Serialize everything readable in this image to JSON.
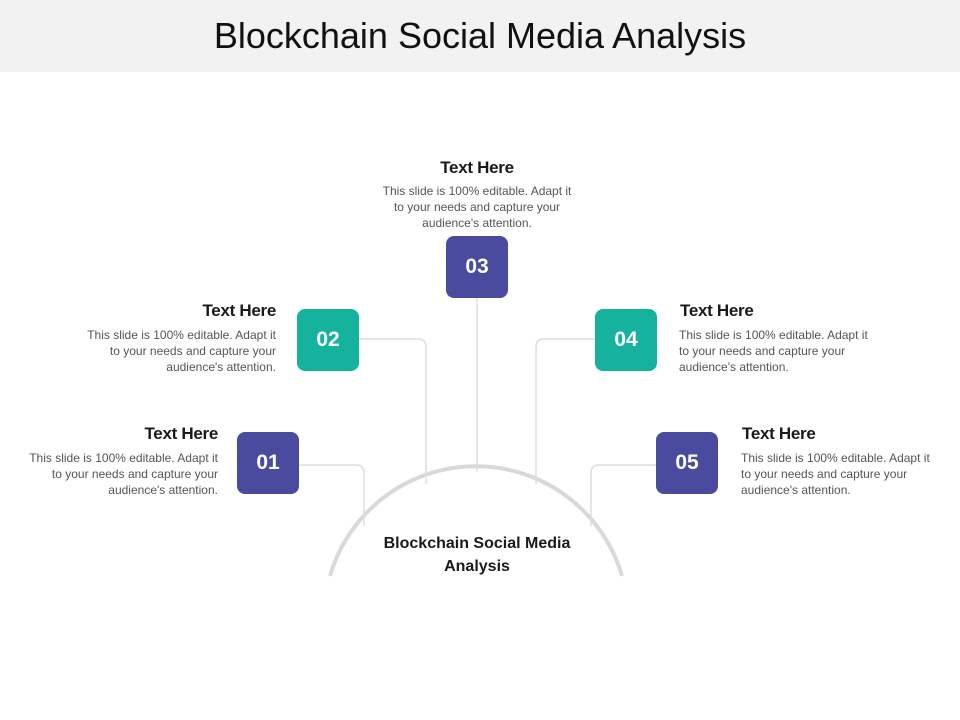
{
  "title": "Blockchain Social Media Analysis",
  "center_label": "Blockchain Social Media Analysis",
  "colors": {
    "purple": "#4a4a9e",
    "teal": "#15b39e",
    "connector": "#dddddd",
    "arc": "#d9d9d9"
  },
  "steps": [
    {
      "number": "01",
      "heading": "Text Here",
      "text": "This slide is 100% editable. Adapt it to your needs and capture your audience's attention."
    },
    {
      "number": "02",
      "heading": "Text Here",
      "text": "This slide is 100% editable. Adapt it to your needs and capture your audience's attention."
    },
    {
      "number": "03",
      "heading": "Text Here",
      "text": "This slide is 100% editable. Adapt it to your needs and capture your audience's attention."
    },
    {
      "number": "04",
      "heading": "Text Here",
      "text": "This slide is 100% editable. Adapt it to your needs and capture your audience's attention."
    },
    {
      "number": "05",
      "heading": "Text Here",
      "text": "This slide is 100% editable. Adapt it to your needs and capture your audience's attention."
    }
  ]
}
